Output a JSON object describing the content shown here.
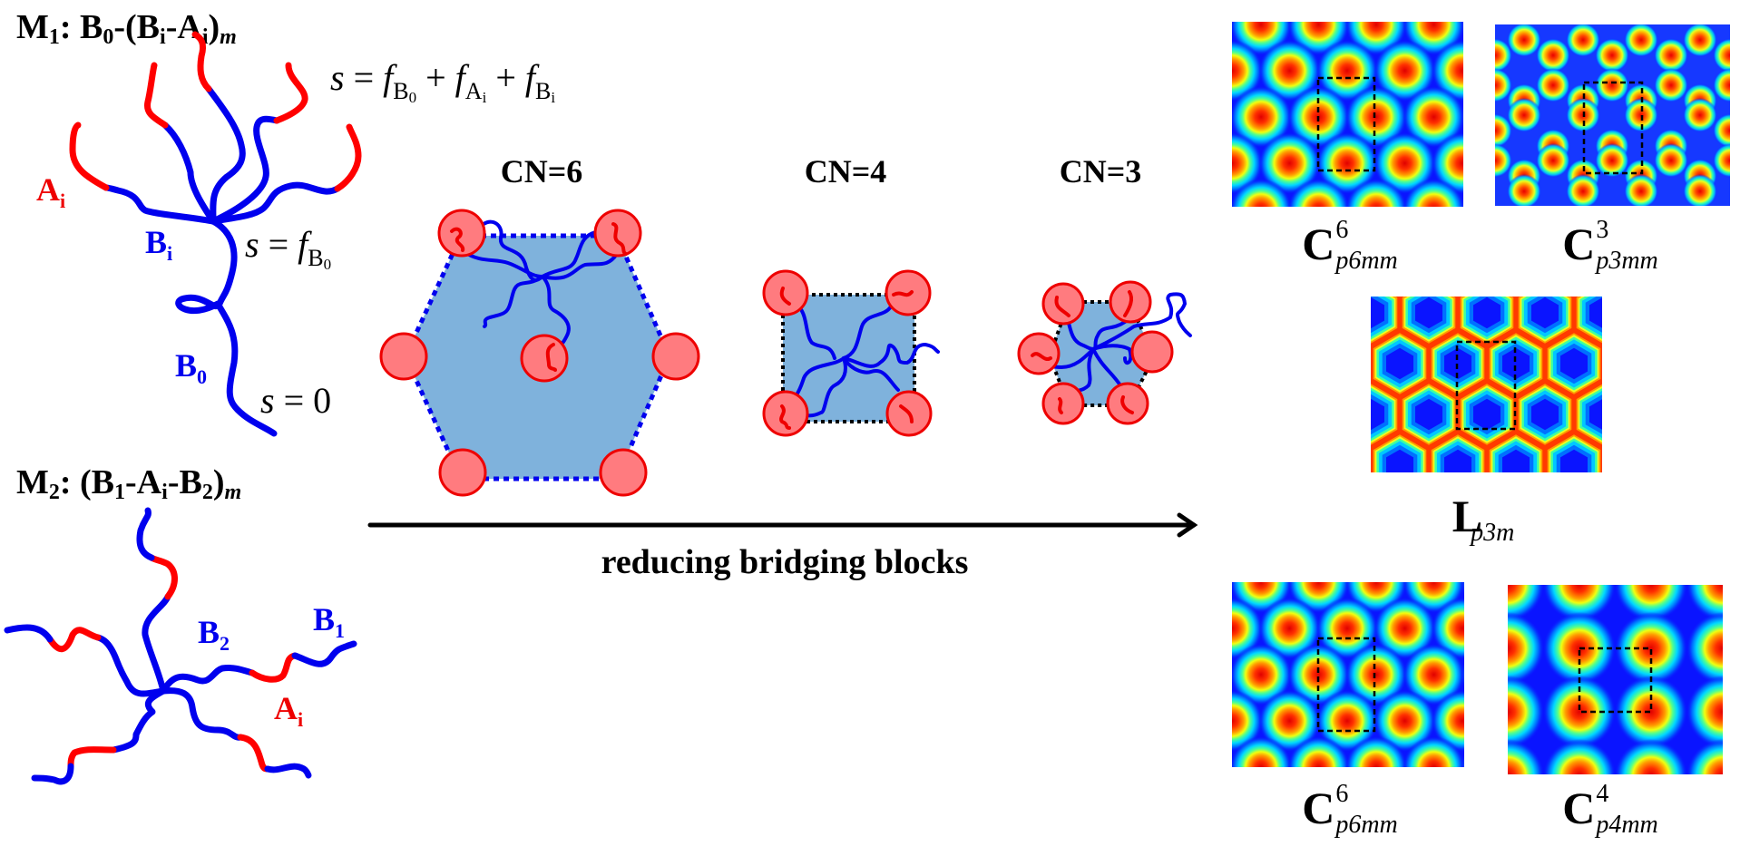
{
  "model1": {
    "title_main": "M",
    "title_sub": "1",
    "title_rest": ": B",
    "title_b0_sub": "0",
    "title_mid": "-(B",
    "title_bi_sub": "i",
    "title_dash": "-A",
    "title_ai_sub": "i",
    "title_close": ")",
    "title_m": "m",
    "formula_top": {
      "s": "s",
      "eq": " = ",
      "f": "f",
      "sub1": "B",
      "sub1b": "0",
      "plus": " + ",
      "sub2": "A",
      "sub2b": "i",
      "sub3": "B",
      "sub3b": "i"
    },
    "formula_mid": {
      "s": "s",
      "eq": " = ",
      "f": "f",
      "sub": "B",
      "subb": "0"
    },
    "formula_bottom": {
      "s": "s",
      "eq": " = 0"
    },
    "labels": {
      "ai": "A",
      "ai_sub": "i",
      "bi": "B",
      "bi_sub": "i",
      "b0": "B",
      "b0_sub": "0"
    }
  },
  "model2": {
    "title_main": "M",
    "title_sub": "2",
    "title_rest": ": (B",
    "title_b1_sub": "1",
    "title_mid": "-A",
    "title_ai_sub": "i",
    "title_dash": "-B",
    "title_b2_sub": "2",
    "title_close": ")",
    "title_m": "m",
    "labels": {
      "b2": "B",
      "b2_sub": "2",
      "b1": "B",
      "b1_sub": "1",
      "ai": "A",
      "ai_sub": "i"
    }
  },
  "coordination": [
    {
      "label": "CN=6",
      "shape": "hexagon",
      "domains": 6
    },
    {
      "label": "CN=4",
      "shape": "square",
      "domains": 4
    },
    {
      "label": "CN=3",
      "shape": "hexagon-small",
      "domains": 6
    }
  ],
  "arrow": {
    "caption": "reducing bridging blocks"
  },
  "phases": [
    {
      "id": "c6-top",
      "letter": "C",
      "sup": "6",
      "sub": "p6mm",
      "pattern": "hex-cylinders"
    },
    {
      "id": "c3",
      "letter": "C",
      "sup": "3",
      "sub": "p3mm",
      "pattern": "honeycomb-cylinders"
    },
    {
      "id": "l",
      "letter": "L",
      "sup": "",
      "sub": "p3m",
      "pattern": "hex-lamellae"
    },
    {
      "id": "c6-bottom",
      "letter": "C",
      "sup": "6",
      "sub": "p6mm",
      "pattern": "hex-cylinders"
    },
    {
      "id": "c4",
      "letter": "C",
      "sup": "4",
      "sub": "p4mm",
      "pattern": "square-cylinders"
    }
  ],
  "colors": {
    "a_block": "#ff0000",
    "b_block": "#0000ee",
    "domain_fill": "#7fb2dc",
    "micelle_fill": "#ff7b7f",
    "micelle_stroke": "#ee0000",
    "field_low": "#0000ff",
    "field_high": "#ff0000"
  }
}
